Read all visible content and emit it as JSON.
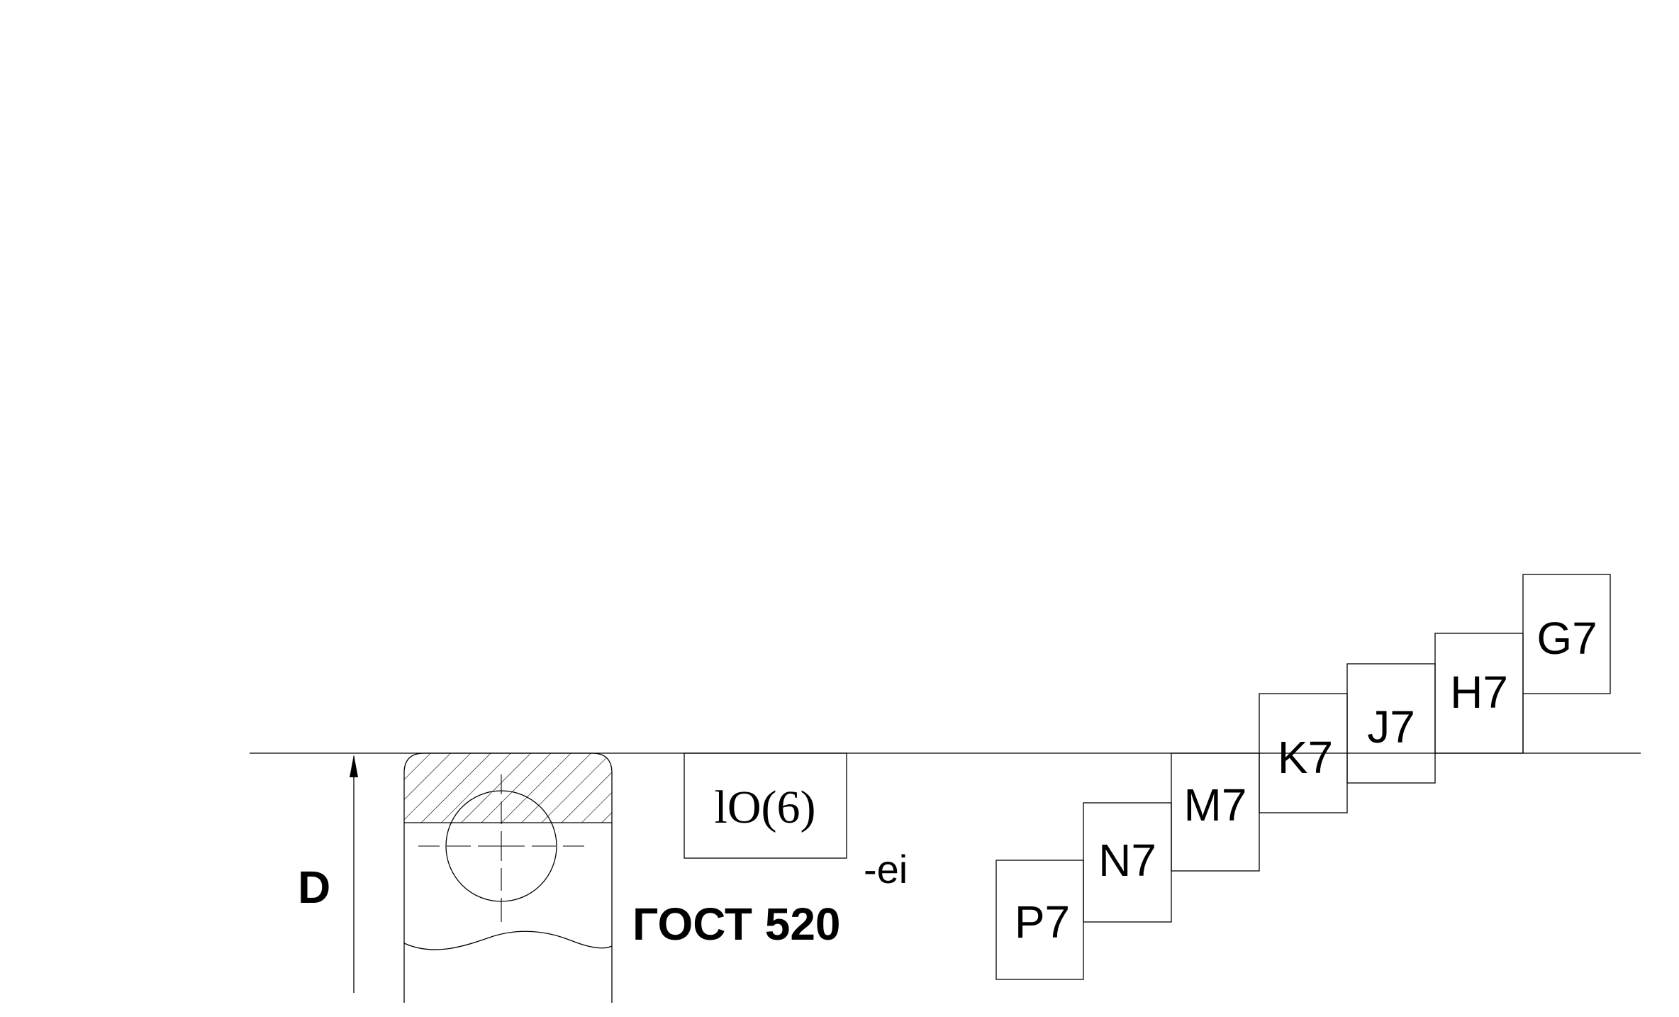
{
  "diagram": {
    "dimension_label": "D",
    "bearing_standard": "ГОСТ 520",
    "deviation_label": "-ei",
    "bearing_tolerance_field": "lO(6)",
    "housing_fields": [
      "P7",
      "N7",
      "M7",
      "K7",
      "J7",
      "H7",
      "G7"
    ]
  }
}
